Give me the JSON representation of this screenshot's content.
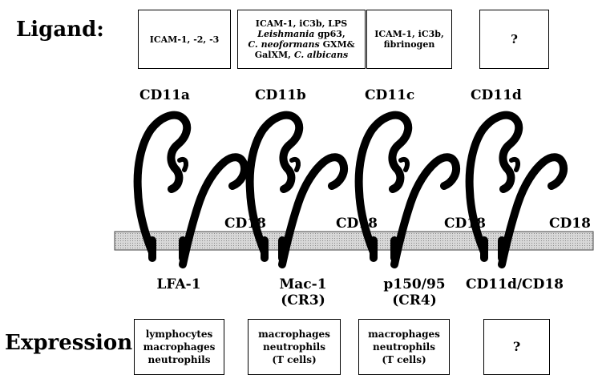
{
  "labels": {
    "ligand": "Ligand:",
    "expression": "Expression:",
    "beta_chain": "CD18"
  },
  "integrins": [
    {
      "alpha_chain": "CD11a",
      "name": "LFA-1",
      "alt_name": "",
      "ligand_lines": [
        [
          {
            "t": "ICAM-1, -2, -3",
            "i": false
          }
        ]
      ],
      "expression_lines": [
        "lymphocytes",
        "macrophages",
        "neutrophils"
      ]
    },
    {
      "alpha_chain": "CD11b",
      "name": "Mac-1",
      "alt_name": "(CR3)",
      "ligand_lines": [
        [
          {
            "t": "ICAM-1, iC3b, LPS",
            "i": false
          }
        ],
        [
          {
            "t": "Leishmania",
            "i": true
          },
          {
            "t": " gp63,",
            "i": false
          }
        ],
        [
          {
            "t": "C. neoformans",
            "i": true
          },
          {
            "t": " GXM&",
            "i": false
          }
        ],
        [
          {
            "t": "GalXM, ",
            "i": false
          },
          {
            "t": "C. albicans",
            "i": true
          }
        ]
      ],
      "expression_lines": [
        "macrophages",
        "neutrophils",
        "(T cells)"
      ]
    },
    {
      "alpha_chain": "CD11c",
      "name": "p150/95",
      "alt_name": "(CR4)",
      "ligand_lines": [
        [
          {
            "t": "ICAM-1, iC3b,",
            "i": false
          }
        ],
        [
          {
            "t": "fibrinogen",
            "i": false
          }
        ]
      ],
      "expression_lines": [
        "macrophages",
        "neutrophils",
        "(T cells)"
      ]
    },
    {
      "alpha_chain": "CD11d",
      "name": "CD11d/CD18",
      "alt_name": "",
      "ligand_lines": [
        [
          {
            "t": "?",
            "i": false
          }
        ]
      ],
      "expression_lines": [
        "?"
      ]
    }
  ]
}
